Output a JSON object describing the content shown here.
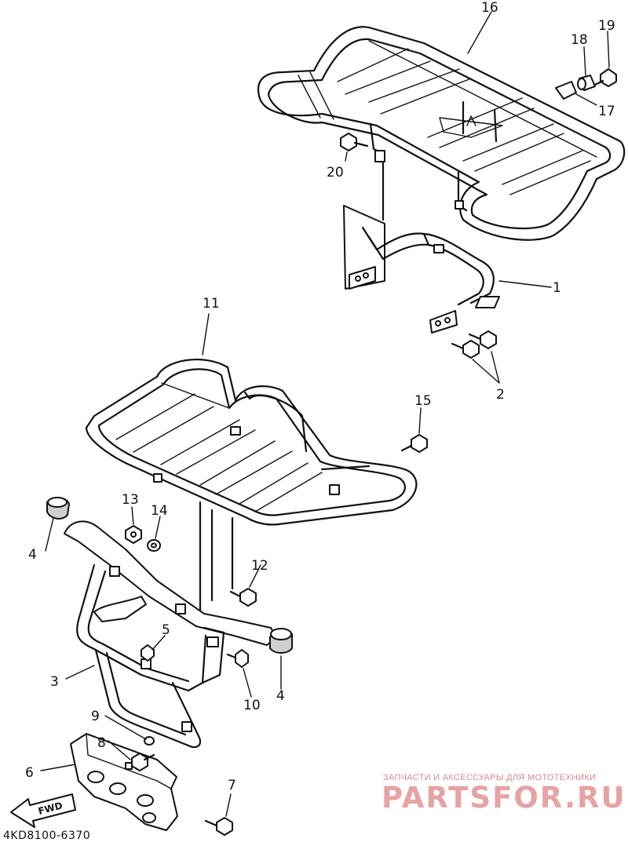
{
  "diagram": {
    "parts": [
      {
        "id": "part-1",
        "label": "1"
      },
      {
        "id": "part-2",
        "label": "2"
      },
      {
        "id": "part-3",
        "label": "3"
      },
      {
        "id": "part-4a",
        "label": "4"
      },
      {
        "id": "part-4b",
        "label": "4"
      },
      {
        "id": "part-5",
        "label": "5"
      },
      {
        "id": "part-6",
        "label": "6"
      },
      {
        "id": "part-7",
        "label": "7"
      },
      {
        "id": "part-8",
        "label": "8"
      },
      {
        "id": "part-9",
        "label": "9"
      },
      {
        "id": "part-10",
        "label": "10"
      },
      {
        "id": "part-11",
        "label": "11"
      },
      {
        "id": "part-12",
        "label": "12"
      },
      {
        "id": "part-13",
        "label": "13"
      },
      {
        "id": "part-14",
        "label": "14"
      },
      {
        "id": "part-15",
        "label": "15"
      },
      {
        "id": "part-16",
        "label": "16"
      },
      {
        "id": "part-17",
        "label": "17"
      },
      {
        "id": "part-18",
        "label": "18"
      },
      {
        "id": "part-19",
        "label": "19"
      },
      {
        "id": "part-20",
        "label": "20"
      }
    ],
    "direction_label": "FWD",
    "drawing_code": "4KD8100-6370"
  },
  "watermark": {
    "tagline": "ЗАПЧАСТИ И АКСЕССУАРЫ ДЛЯ МОТОТЕХНИКИ",
    "brand": "PARTSFOR.RU",
    "color": "#e6a3a3"
  }
}
